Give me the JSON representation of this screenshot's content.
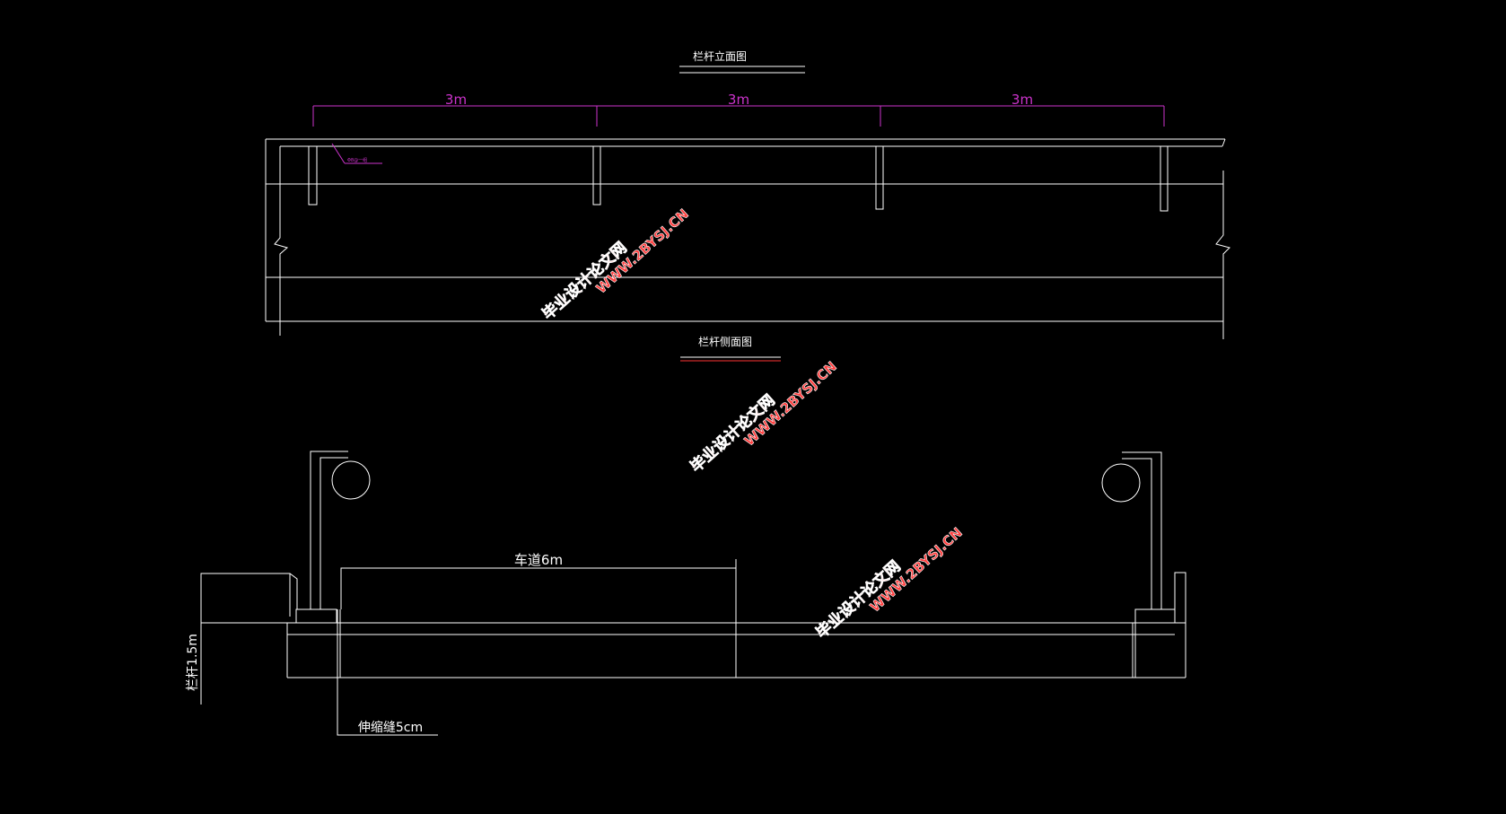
{
  "colors": {
    "background": "#000000",
    "line": "#ffffff",
    "dimension": "#cc33cc",
    "title_underline_red": "#ff3333",
    "watermark": "#ff4040"
  },
  "elevation_view": {
    "title": "栏杆立面图",
    "spans": [
      "3m",
      "3m",
      "3m"
    ],
    "leader_note": "Φ8@一组"
  },
  "section_view": {
    "title": "栏杆侧面图",
    "roadway_label": "车道6m",
    "railing_height_label": "栏杆1.5m",
    "expansion_joint_label": "伸缩缝5cm"
  },
  "watermarks": [
    {
      "cn": "毕业设计论文网",
      "url": "WWW.2BYSJ.CN"
    },
    {
      "cn": "毕业设计论文网",
      "url": "WWW.2BYSJ.CN"
    },
    {
      "cn": "毕业设计论文网",
      "url": "WWW.2BYSJ.CN"
    }
  ]
}
